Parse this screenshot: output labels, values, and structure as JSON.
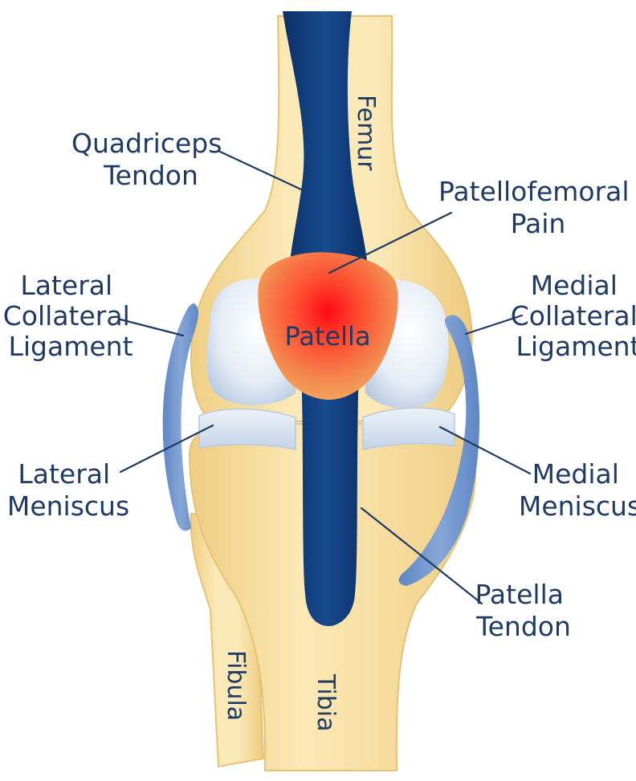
{
  "labels": {
    "quadriceps_tendon": [
      "Quadriceps",
      "Tendon"
    ],
    "femur": "Femur",
    "patellofemoral_pain": [
      "Patellofemoral",
      "Pain"
    ],
    "lateral_collateral_ligament": [
      "Lateral",
      "Collateral",
      "Ligament"
    ],
    "medial_collateral_ligament": [
      "Medial",
      "Collateral",
      "Ligament"
    ],
    "patella": "Patella",
    "lateral_meniscus": [
      "Lateral",
      "Meniscus"
    ],
    "medial_meniscus": [
      "Medial",
      "Meniscus"
    ],
    "patella_tendon": [
      "Patella",
      "Tendon"
    ],
    "fibula": "Fibula",
    "tibia": "Tibia"
  },
  "colors": {
    "bone": "#f8e2a6",
    "bone_shadow": "#e9c77a",
    "tendon": "#123a78",
    "ligament": "#6f93cc",
    "cartilage": "#dfe8f3",
    "pain_center": "#ff1a1a",
    "pain_edge": "#f3a45a",
    "text": "#1f3a63"
  }
}
